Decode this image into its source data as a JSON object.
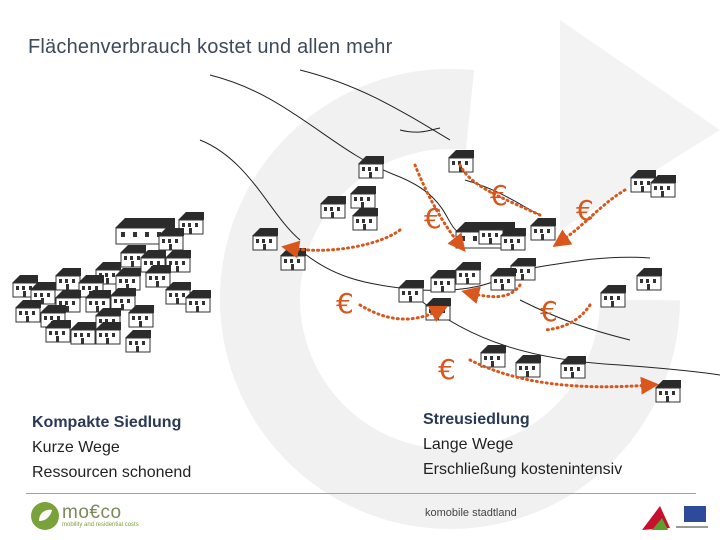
{
  "title": "Flächenverbrauch kostet und allen mehr",
  "euro_symbol": "€",
  "left_caption": {
    "heading": "Kompakte Siedlung",
    "line1": "Kurze Wege",
    "line2": "Ressourcen schonend"
  },
  "right_caption": {
    "heading": "Streusiedlung",
    "line1": "Lange Wege",
    "line2": "Erschließung kostenintensiv"
  },
  "footer": {
    "center_text": "komobile stadtland",
    "logo_word": "mo€co",
    "logo_tagline": "mobility and residential costs"
  },
  "colors": {
    "accent": "#d9571c",
    "title": "#3c4a5a",
    "heading": "#2a3a55",
    "house_roof": "#333333"
  }
}
